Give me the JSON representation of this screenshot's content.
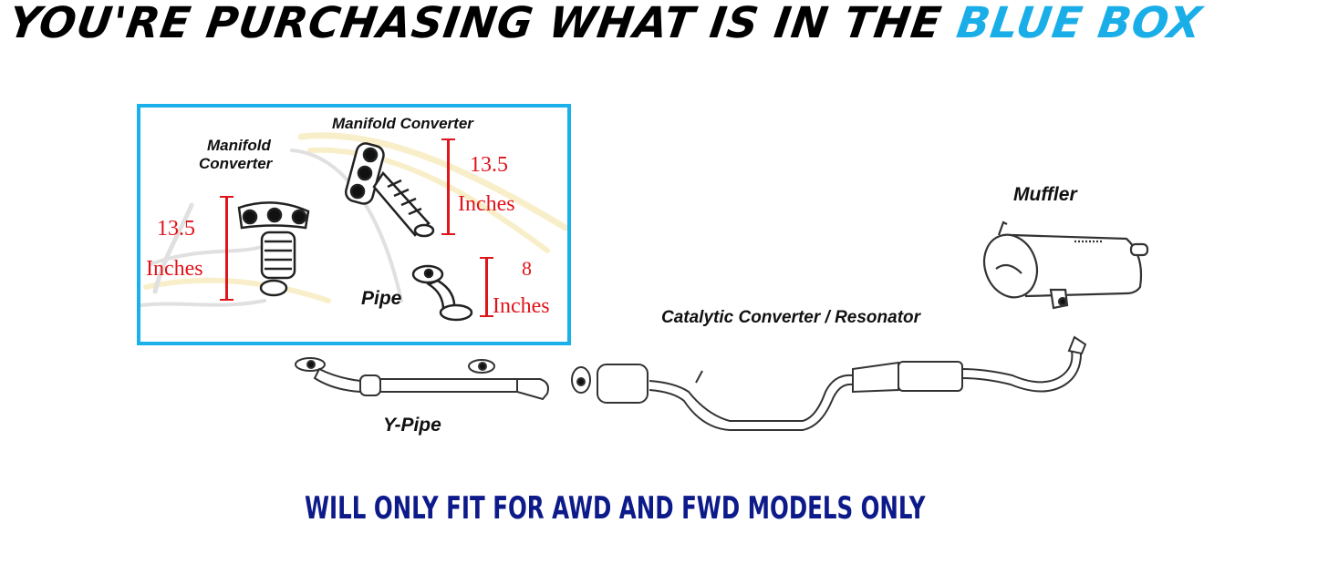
{
  "header": {
    "title_black": "YOU'RE PURCHASING WHAT IS IN THE ",
    "title_blue": "BLUE BOX",
    "colors": {
      "black": "#000000",
      "blue": "#1aaee8"
    }
  },
  "blue_box": {
    "border_color": "#1ab0ea",
    "parts": [
      {
        "name": "Manifold Converter",
        "line1": "Manifold",
        "line2": "Converter",
        "measurement_value": "13.5",
        "measurement_unit": "Inches"
      },
      {
        "name": "Manifold Converter",
        "measurement_value": "13.5",
        "measurement_unit": "Inches"
      },
      {
        "name": "Pipe",
        "measurement_value": "8",
        "measurement_unit": "Inches"
      }
    ]
  },
  "other_parts": {
    "muffler": "Muffler",
    "cat_resonator": "Catalytic Converter / Resonator",
    "y_pipe": "Y-Pipe"
  },
  "footer": {
    "notice": "WILL ONLY FIT FOR AWD AND FWD MODELS ONLY",
    "color": "#0d1a8a"
  },
  "measurement_color": "#e0141b"
}
